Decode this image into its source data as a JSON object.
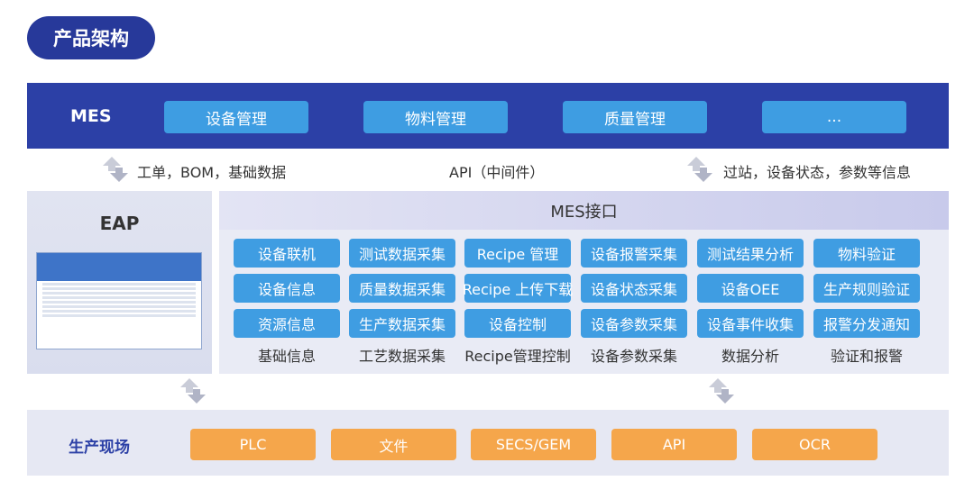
{
  "title": "产品架构",
  "mes": {
    "label": "MES",
    "modules": [
      "设备管理",
      "物料管理",
      "质量管理",
      "..."
    ]
  },
  "flows": {
    "left": "工单，BOM，基础数据",
    "center": "API（中间件）",
    "right": "过站，设备状态，参数等信息"
  },
  "eap": {
    "title": "EAP"
  },
  "interface": {
    "title": "MES接口",
    "columns": [
      {
        "items": [
          "设备联机",
          "设备信息",
          "资源信息"
        ],
        "label": "基础信息"
      },
      {
        "items": [
          "测试数据采集",
          "质量数据采集",
          "生产数据采集"
        ],
        "label": "工艺数据采集"
      },
      {
        "items": [
          "Recipe 管理",
          "Recipe 上传下载",
          "设备控制"
        ],
        "label": "Recipe管理控制"
      },
      {
        "items": [
          "设备报警采集",
          "设备状态采集",
          "设备参数采集"
        ],
        "label": "设备参数采集"
      },
      {
        "items": [
          "测试结果分析",
          "设备OEE",
          "设备事件收集"
        ],
        "label": "数据分析"
      },
      {
        "items": [
          "物料验证",
          "生产规则验证",
          "报警分发通知"
        ],
        "label": "验证和报警"
      }
    ]
  },
  "shopfloor": {
    "label": "生产现场",
    "sources": [
      "PLC",
      "文件",
      "SECS/GEM",
      "API",
      "OCR"
    ]
  }
}
